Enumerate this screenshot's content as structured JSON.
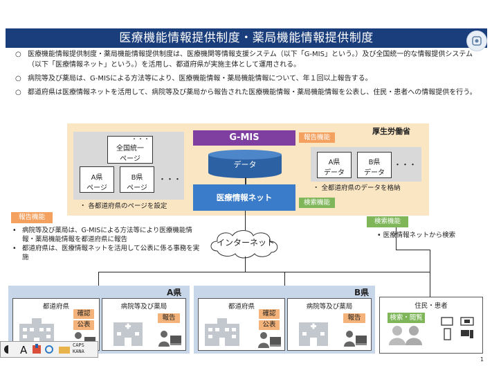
{
  "title": "医療機能情報提供制度・薬局機能情報提供制度",
  "intro": [
    {
      "bullet": "○",
      "text": "医療機能情報提供制度・薬局機能情報提供制度は、医療機関等情報支援システム（以下「G-MIS」という。）及び全国統一的な情報提供システム（以下「医療情報ネット」という。）を活用し、都道府県が実施主体として運用される。"
    },
    {
      "bullet": "○",
      "text": "病院等及び薬局は、G-MISによる方法等により、医療機能情報・薬局機能情報について、年１回以上報告する。"
    },
    {
      "bullet": "○",
      "text": "都道府県は医療情報ネットを活用して、病院等及び薬局から報告された医療機能情報・薬局機能情報を公表し、住民・患者への情報提供を行う。"
    }
  ],
  "ministry": "厚生労働省",
  "gmis": "G-MIS",
  "data_label": "データ",
  "report_func": "報告機能",
  "search_func": "検索機能",
  "pref_data": {
    "a": "A県",
    "b": "B県",
    "sub": "データ",
    "dots": "・・・"
  },
  "pages": {
    "national": "全国統一",
    "national_sub": "ページ",
    "a": "A県",
    "b": "B県",
    "sub": "ページ",
    "dots": "・・・"
  },
  "pages_note": "・ 各都道府県のページを設定",
  "data_note": "・ 全都道府県のデータを格納",
  "net": "医療情報ネット",
  "internet": "インターネット",
  "left_notes": [
    "病院等及び薬局は、G-MISによる方法等により医療機能情報・薬局機能情報を都道府県に報告",
    "都道府県は、医療情報ネットを活用して公表に係る事務を実施"
  ],
  "right_note": "医療情報ネットから検索",
  "regions": [
    {
      "name": "A県",
      "pref": "都道府県",
      "hosp": "病院等及び薬局",
      "confirm": "確認",
      "publish": "公表",
      "report": "報告"
    },
    {
      "name": "B県",
      "pref": "都道府県",
      "hosp": "病院等及び薬局",
      "confirm": "確認",
      "publish": "公表",
      "report": "報告"
    }
  ],
  "residents": {
    "title": "住民・患者",
    "action": "検索・閲覧"
  },
  "ime": {
    "caps": "CAPS",
    "kana": "KANA"
  },
  "page_number": "1"
}
